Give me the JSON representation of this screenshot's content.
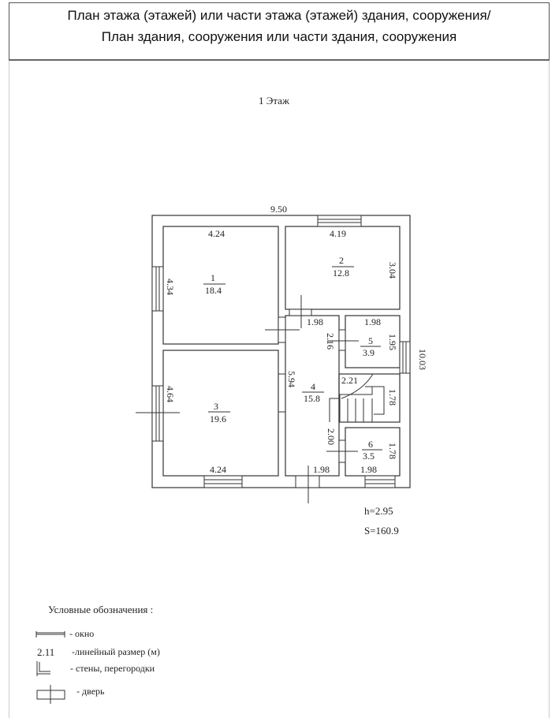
{
  "header": {
    "line1": "План этажа (этажей) или части этажа (этажей) здания, сооружения/",
    "line2": "План здания, сооружения или части здания, сооружения"
  },
  "floor_label": "1 Этаж",
  "plan": {
    "overall_width": "9.50",
    "overall_length": "10.03",
    "rooms": [
      {
        "number": "1",
        "area": "18.4",
        "dims": [
          "4.24",
          "4.34"
        ]
      },
      {
        "number": "2",
        "area": "12.8",
        "dims": [
          "4.19",
          "3.04"
        ]
      },
      {
        "number": "3",
        "area": "19.6",
        "dims": [
          "4.24",
          "4.64"
        ]
      },
      {
        "number": "4",
        "area": "15.8",
        "dims": [
          "1.98",
          "5.94",
          "1.98"
        ]
      },
      {
        "number": "5",
        "area": "3.9",
        "dims": [
          "1.98",
          "1.95",
          "2.16"
        ]
      },
      {
        "number": "6",
        "area": "3.5",
        "dims": [
          "1.78",
          "1.98",
          "2.00"
        ]
      }
    ],
    "stairs_dims": [
      "2.21",
      "1.78"
    ],
    "height": "h=2.95",
    "total_area": "S=160.9"
  },
  "legend": {
    "title": "Условные обозначения :",
    "items": [
      {
        "symbol": "",
        "label": "- окно"
      },
      {
        "symbol": "2.11",
        "label": "-линейный размер (м)"
      },
      {
        "symbol": "",
        "label": "- стены, перегородки"
      },
      {
        "symbol": "",
        "label": "- дверь"
      }
    ]
  }
}
